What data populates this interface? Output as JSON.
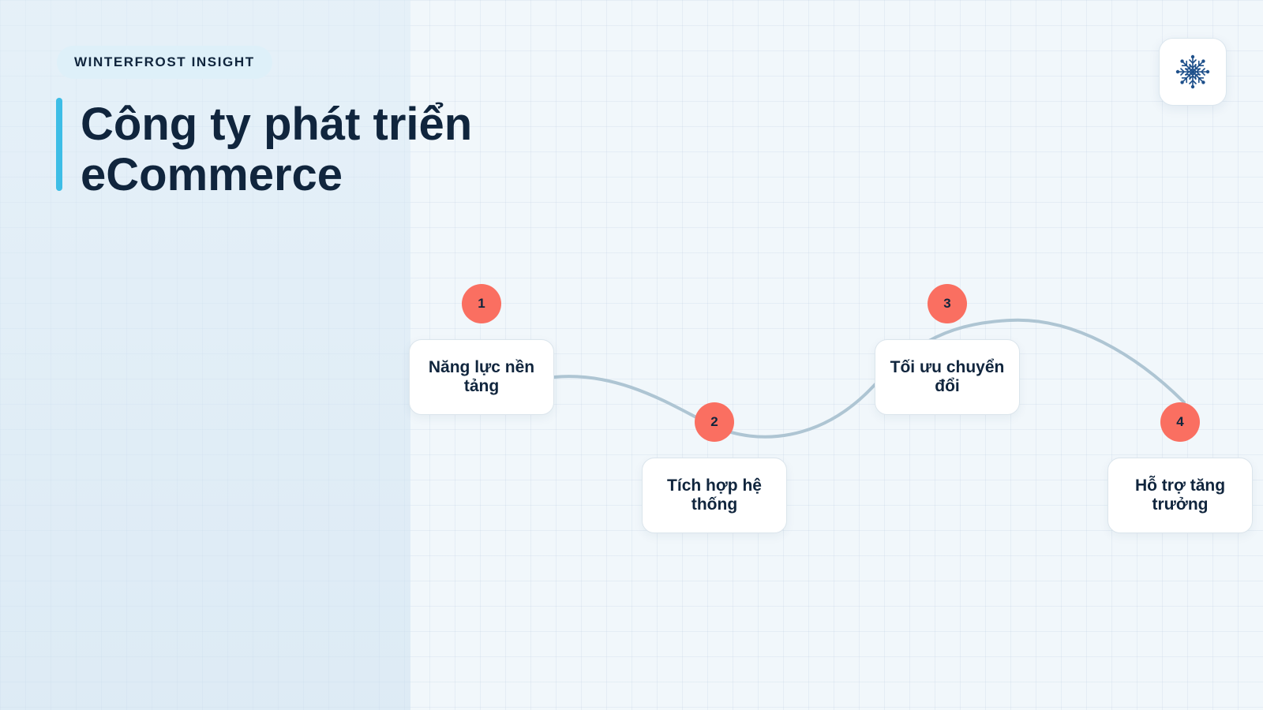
{
  "header": {
    "badge": "WINTERFROST INSIGHT",
    "title": "Công ty phát triển eCommerce"
  },
  "logo": {
    "icon": "snowflake-icon",
    "color": "#1d4f8a"
  },
  "colors": {
    "accent_bar": "#3dbde6",
    "step_marker": "#fa6f61",
    "connector": "#aec5d3",
    "text": "#10253d"
  },
  "steps": [
    {
      "number": "1",
      "label": "Năng lực nền tảng"
    },
    {
      "number": "2",
      "label": "Tích hợp hệ thống"
    },
    {
      "number": "3",
      "label": "Tối ưu chuyển đổi"
    },
    {
      "number": "4",
      "label": "Hỗ trợ tăng trưởng"
    }
  ]
}
